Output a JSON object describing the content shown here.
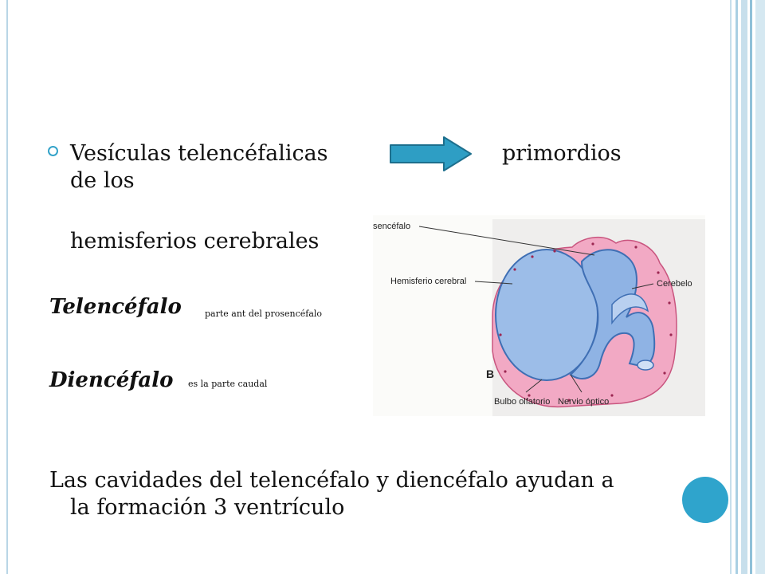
{
  "slide": {
    "bullet_line1": "Vesículas telencéfalicas",
    "bullet_line1_right": "primordios",
    "bullet_line2": "de los",
    "bullet_line3": "hemisferios cerebrales",
    "telencefalo_heading": "Telencéfalo",
    "telencefalo_note": "parte ant del prosencéfalo",
    "diencefalo_heading": "Diencéfalo",
    "diencefalo_note": "es la parte caudal",
    "cavidades_line1": "Las cavidades del telencéfalo y diencéfalo ayudan a",
    "cavidades_line2": "la formación 3 ventrículo"
  },
  "figure": {
    "label_prosencefalo": "sencéfalo",
    "label_hemisferio": "Hemisferio cerebral",
    "label_cerebelo": "Cerebelo",
    "label_bulbo": "Bulbo olfatorio",
    "label_nervio": "Nervio óptico",
    "panel_letter": "B"
  },
  "colors": {
    "accent": "#2fa4cc",
    "arrow_fill": "#2e9ec4",
    "tissue_pink": "#f2a9c4",
    "vesicle_blue": "#9cbde8"
  }
}
